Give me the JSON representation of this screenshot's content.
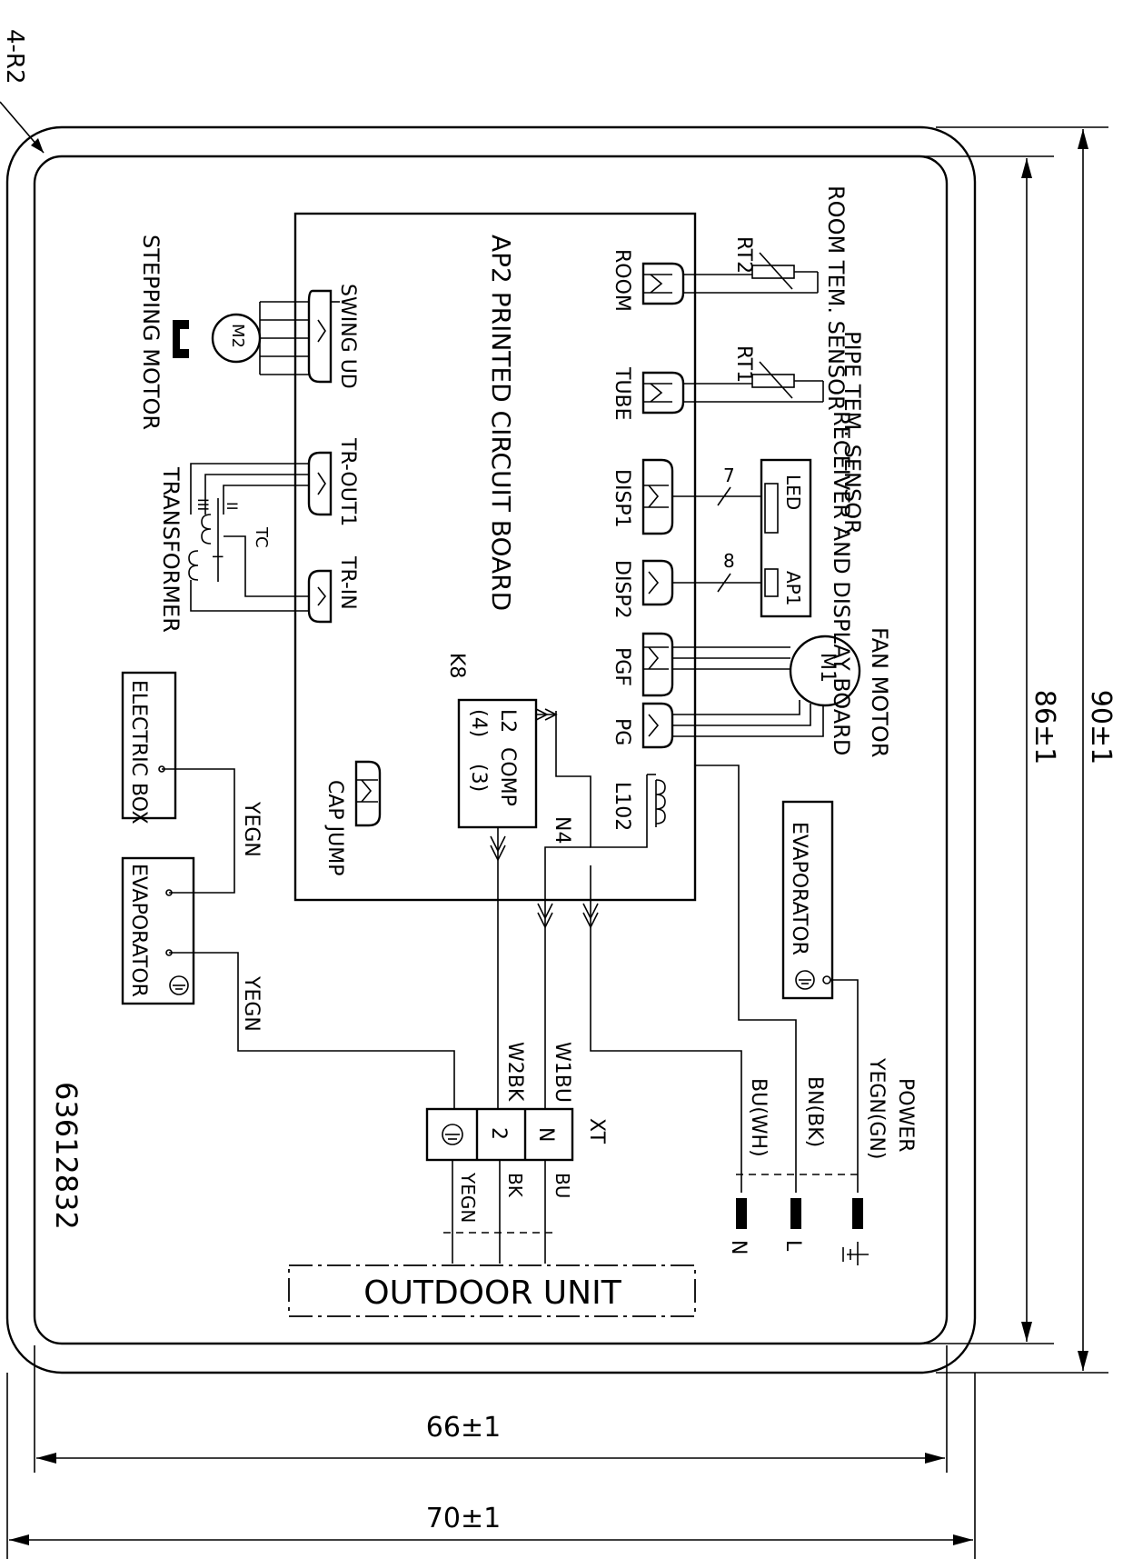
{
  "labels": {
    "corner_radius": "4-R2",
    "board": "AP2 PRINTED CIRCUIT BOARD",
    "room_sensor": "ROOM TEM. SENSOR",
    "pipe_sensor": "PIPE TEM. SENSOR",
    "receiver": "RECEIVER AND DISPLAY BOARD",
    "fan_motor": "FAN MOTOR",
    "stepping_motor": "STEPPING MOTOR",
    "transformer": "TRANSFORMER",
    "electric_box": "ELECTRIC BOX",
    "evaporator": "EVAPORATOR",
    "outdoor_unit": "OUTDOOR UNIT",
    "part_number": "63612832",
    "xt": "XT",
    "power": "POWER",
    "yegn": "YEGN",
    "n4": "N4",
    "k8": "K8",
    "tc": "TC"
  },
  "connectors": {
    "room": "ROOM",
    "tube": "TUBE",
    "disp1": "DISP1",
    "disp2": "DISP2",
    "pgf": "PGF",
    "pg": "PG",
    "l102": "L102",
    "swing_ud": "SWING UD",
    "tr_out1": "TR-OUT1",
    "tr_in": "TR-IN",
    "cap_jump": "CAP JUMP",
    "comp": "COMP",
    "l2": "L2",
    "pin3": "(3)",
    "pin4": "(4)"
  },
  "components": {
    "rt2": "RT2",
    "rt1": "RT1",
    "led": "LED",
    "ap1": "AP1",
    "m1": "M1",
    "m2": "M2",
    "wires7": "7",
    "wires8": "8",
    "coil_i": "I",
    "coil_ii": "II",
    "coil_iii": "III"
  },
  "wires": {
    "w1bu": "W1BU",
    "w2bk": "W2BK",
    "bu_wh": "BU(WH)",
    "bn_bk": "BN(BK)",
    "yegn_gn": "YEGN(GN)",
    "bu": "BU",
    "bk": "BK",
    "yegn": "YEGN"
  },
  "terminals": {
    "n": "N",
    "two": "2",
    "term_n": "N",
    "term_l": "L"
  },
  "dimensions": {
    "width_inner": "66±1",
    "width_outer": "70±1",
    "height_inner": "86±1",
    "height_outer": "90±1"
  }
}
